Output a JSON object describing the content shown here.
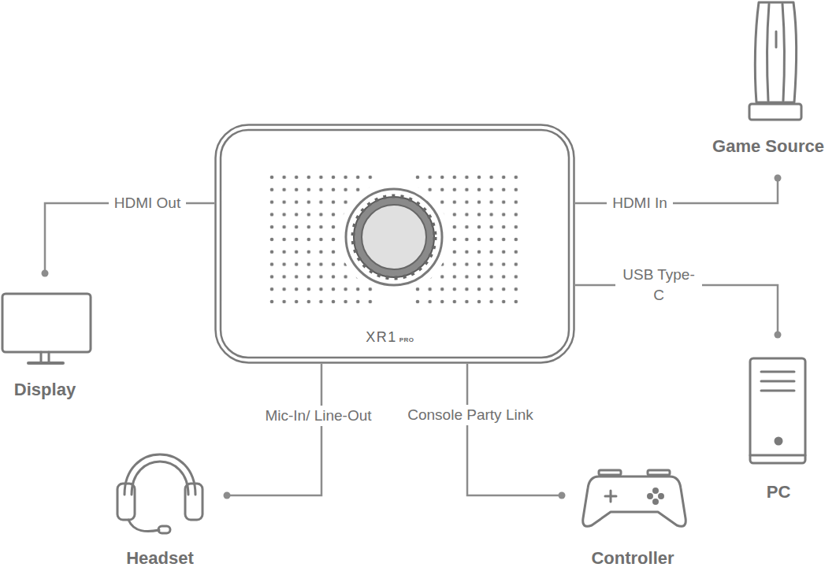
{
  "diagram": {
    "nodes": [
      {
        "text": [
          "Game Source"
        ]
      },
      {
        "text": [
          "XR1",
          "PRO"
        ]
      },
      {
        "text": [
          "Display"
        ]
      },
      {
        "text": [
          "PC"
        ]
      },
      {
        "text": [
          "Headset"
        ]
      },
      {
        "text": [
          "Controller"
        ]
      }
    ],
    "edges": [
      {
        "from": 1,
        "to": 2,
        "label": "HDMI Out",
        "arrow": "none"
      },
      {
        "from": 1,
        "to": 0,
        "label": "HDMI In",
        "arrow": "none"
      },
      {
        "from": 1,
        "to": 3,
        "label": "USB Type-C",
        "arrow": "none"
      },
      {
        "from": 1,
        "to": 4,
        "label": "Mic-In/ Line-Out",
        "arrow": "none"
      },
      {
        "from": 1,
        "to": 5,
        "label": "Console Party Link",
        "arrow": "none"
      }
    ]
  }
}
